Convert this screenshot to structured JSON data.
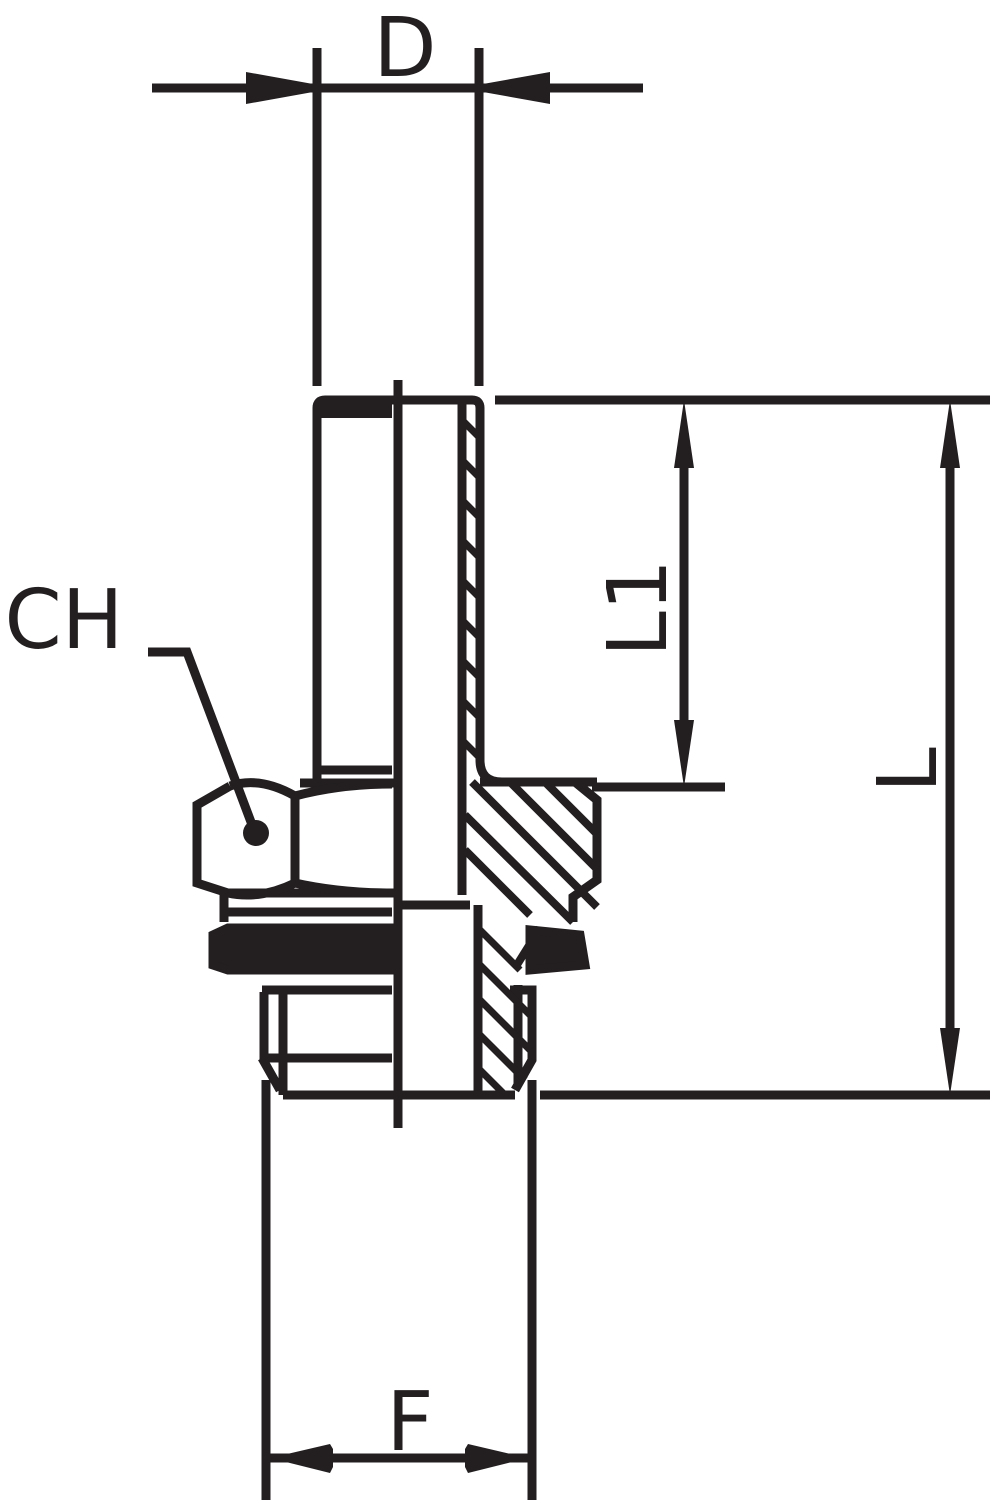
{
  "diagram": {
    "type": "technical-drawing",
    "subject": "Straight male stud fitting, half cross-section",
    "line_color": "#231f20",
    "background": "#ffffff"
  },
  "dimensions": {
    "D": {
      "label": "D",
      "meaning": "tube outer diameter",
      "orientation": "horizontal",
      "position": "top"
    },
    "CH": {
      "label": "CH",
      "meaning": "hex wrench size",
      "orientation": "leader",
      "position": "left"
    },
    "L1": {
      "label": "L1",
      "meaning": "tube stub length",
      "orientation": "vertical",
      "position": "right-inner"
    },
    "L": {
      "label": "L",
      "meaning": "overall length",
      "orientation": "vertical",
      "position": "right-outer"
    },
    "F": {
      "label": "F",
      "meaning": "thread size",
      "orientation": "horizontal",
      "position": "bottom"
    }
  }
}
